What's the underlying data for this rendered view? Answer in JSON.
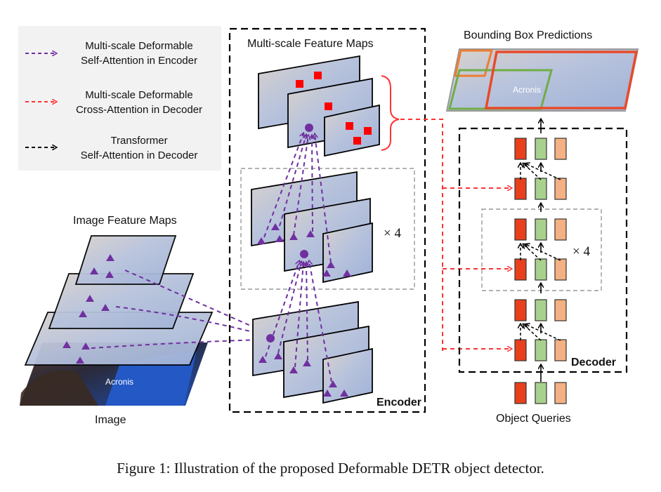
{
  "legend": {
    "items": [
      {
        "line1": "Multi-scale Deformable",
        "line2": "Self-Attention in Encoder",
        "color": "#7030a0"
      },
      {
        "line1": "Multi-scale Deformable",
        "line2": "Cross-Attention in Decoder",
        "color": "#ff3333"
      },
      {
        "line1": "Transformer",
        "line2": "Self-Attention in Decoder",
        "color": "#000000"
      }
    ]
  },
  "labels": {
    "image_feature_maps": "Image Feature Maps",
    "image": "Image",
    "multiscale_feature_maps": "Multi-scale Feature Maps",
    "encoder": "Encoder",
    "decoder": "Decoder",
    "object_queries": "Object Queries",
    "bbox_predictions": "Bounding Box Predictions",
    "repeat_encoder": "× 4",
    "repeat_decoder": "× 4"
  },
  "photo_text": {
    "sponsor": "Acronis",
    "sponsor2": "Acronis"
  },
  "caption": "Figure 1: Illustration of the proposed Deformable DETR object detector.",
  "colors": {
    "purple": "#7030a0",
    "red_square": "#ff0000",
    "query_red": "#e8401c",
    "query_green": "#a9d18e",
    "query_peach": "#f4b183",
    "box_orange": "#ed7d31",
    "box_green": "#70ad47",
    "jersey_blue": "#2f62c8"
  }
}
